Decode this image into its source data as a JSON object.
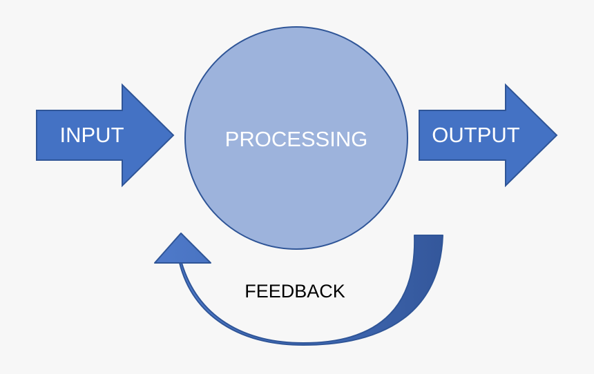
{
  "diagram": {
    "input_label": "INPUT",
    "processing_label": "PROCESSING",
    "output_label": "OUTPUT",
    "feedback_label": "FEEDBACK"
  },
  "colors": {
    "background": "#f7f7f7",
    "arrow_fill": "#4472c4",
    "arrow_stroke": "#2f5597",
    "circle_fill": "#9db3dc",
    "circle_stroke": "#2f5597",
    "feedback_light": "#4e79c9",
    "feedback_dark": "#34579b",
    "light_text": "#ffffff",
    "dark_text": "#000000"
  }
}
